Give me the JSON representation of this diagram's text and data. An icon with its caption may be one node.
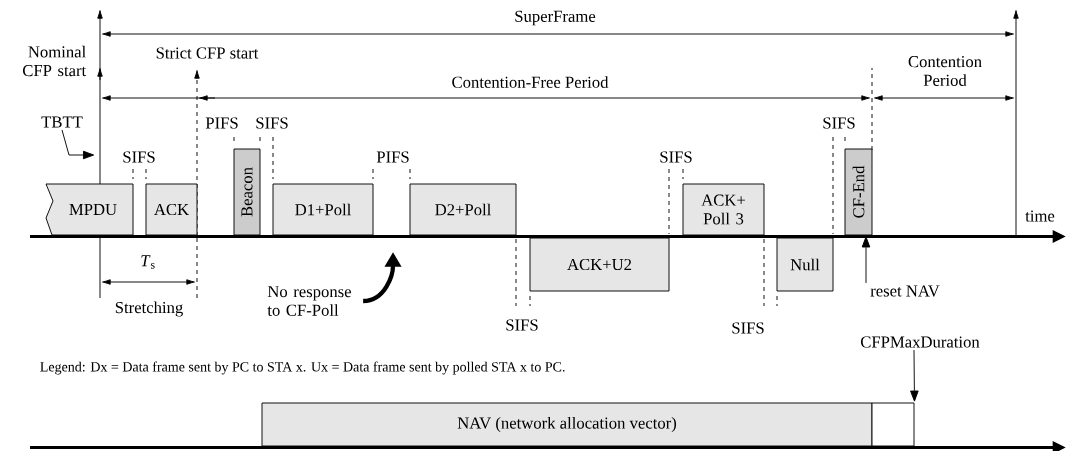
{
  "diagram": {
    "nodes": [
      {
        "text": [
          "TBTT"
        ]
      },
      {
        "text": [
          "MPDU"
        ]
      },
      {
        "text": [
          "ACK"
        ]
      },
      {
        "text": [
          "Beacon"
        ]
      },
      {
        "text": [
          "D1+Poll"
        ]
      },
      {
        "text": [
          "D2+Poll"
        ]
      },
      {
        "text": [
          "ACK+U2"
        ]
      },
      {
        "text": [
          "ACK+ Poll 3"
        ]
      },
      {
        "text": [
          "Null"
        ]
      },
      {
        "text": [
          "CF-End"
        ]
      },
      {
        "text": [
          "No response to CF-Poll"
        ]
      },
      {
        "text": [
          "reset NAV"
        ]
      },
      {
        "text": [
          "CFPMaxDuration"
        ]
      },
      {
        "text": [
          "NAV (network allocation vector)"
        ]
      },
      {
        "text": [],
        "shape": "box"
      }
    ],
    "edges": [
      {
        "from": 0,
        "to": null,
        "arrow": "to"
      },
      {
        "from": 10,
        "to": null,
        "arrow": "to",
        "style": "thick"
      },
      {
        "from": 11,
        "to": 9,
        "arrow": "to"
      },
      {
        "from": 12,
        "to": 14,
        "arrow": "to"
      }
    ],
    "labels": [
      "SuperFrame",
      "Nominal CFP start",
      "Strict CFP start",
      "Contention-Free Period",
      "Contention Period",
      "PIFS",
      "SIFS",
      "SIFS",
      "SIFS",
      "PIFS",
      "SIFS",
      "time",
      "*T*$_{s}$",
      "Stretching",
      "SIFS",
      "SIFS",
      "Legend: Dx = Data frame sent by PC to STA x.  Ux = Data frame sent by polled STA x to PC."
    ]
  }
}
